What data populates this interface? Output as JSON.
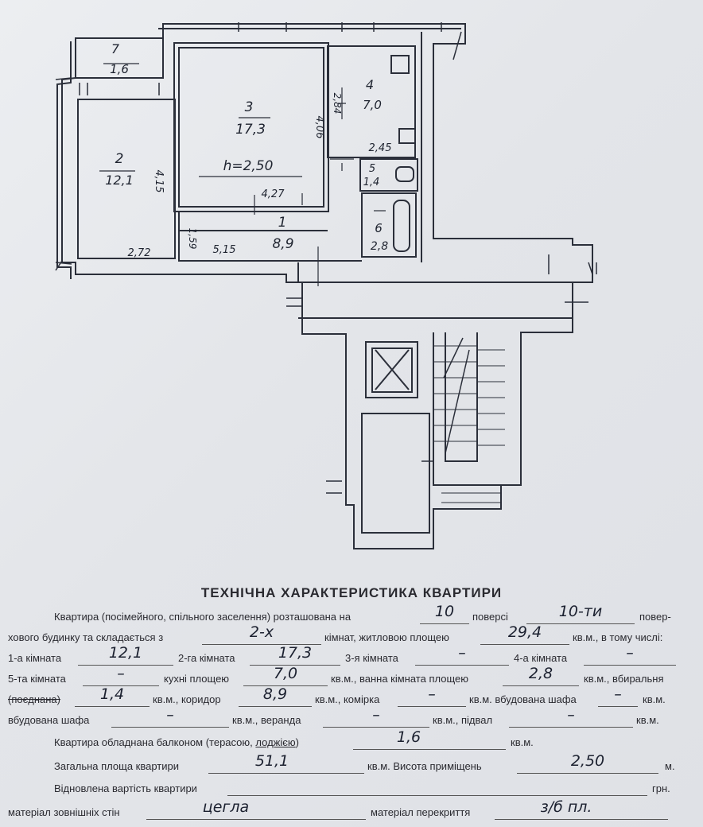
{
  "plan": {
    "rooms": [
      {
        "num": "7",
        "area": "1,6"
      },
      {
        "num": "3",
        "area": "17,3"
      },
      {
        "num": "4",
        "area": "7,0"
      },
      {
        "num": "2",
        "area": "12,1"
      },
      {
        "num": "5",
        "area": "1,4"
      },
      {
        "num": "1",
        "area": "8,9"
      },
      {
        "num": "6",
        "area": "2,8"
      }
    ],
    "dims": {
      "d406": "4,06",
      "d284": "2,84",
      "d245": "2,45",
      "d415": "4,15",
      "d427": "4,27",
      "d159": "1,59",
      "d515": "5,15",
      "d272": "2,72"
    },
    "height_note": "h=2,50"
  },
  "form": {
    "title": "ТЕХНІЧНА ХАРАКТЕРИСТИКА КВАРТИРИ",
    "l1_a": "Квартира (посімейного, спільного заселення) розташована на",
    "l1_floor": "10",
    "l1_b": "поверсі",
    "l1_floors": "10-ти",
    "l1_c": "повер-",
    "l2_a": "хового будинку та складається з",
    "l2_rooms": "2-х",
    "l2_b": "кімнат, житловою площею",
    "l2_living": "29,4",
    "l2_c": "кв.м., в тому числі:",
    "l3_r1": "1-а кімната",
    "l3_v1": "12,1",
    "l3_r2": "2-га кімната",
    "l3_v2": "17,3",
    "l3_r3": "3-я кімната",
    "l3_v3": "–",
    "l3_r4": "4-а кімната",
    "l3_v4": "–",
    "l4_r5": "5-та кімната",
    "l4_v5": "–",
    "l4_kitchen": "кухні площею",
    "l4_vk": "7,0",
    "l4_bath": "кв.м., ванна кімната площею",
    "l4_vb": "2,8",
    "l4_wc": "кв.м., вбиральня",
    "l5_comb": "(поєднана)",
    "l5_vwc": "1,4",
    "l5_corr": "кв.м., коридор",
    "l5_vcorr": "8,9",
    "l5_store": "кв.м., комірка",
    "l5_vstore": "–",
    "l5_wardrobe": "кв.м. вбудована шафа",
    "l5_vward": "–",
    "l5_unit": "кв.м.",
    "l6_ward": "вбудована шафа",
    "l6_vward": "–",
    "l6_veranda": "кв.м., веранда",
    "l6_vver": "–",
    "l6_basement": "кв.м., підвал",
    "l6_vbase": "–",
    "l6_unit": "кв.м.",
    "l7_a": "Квартира обладнана балконом (терасою,",
    "l7_loggia": "лоджією",
    "l7_b": ")",
    "l7_val": "1,6",
    "l7_unit": "кв.м.",
    "l8_a": "Загальна площа квартири",
    "l8_total": "51,1",
    "l8_b": "кв.м. Висота приміщень",
    "l8_height": "2,50",
    "l8_unit": "м.",
    "l9_a": "Відновлена вартість квартири",
    "l9_unit": "грн.",
    "l10_a": "матеріал зовнішніх стін",
    "l10_walls": "цегла",
    "l10_b": "матеріал перекриття",
    "l10_floor": "з/б пл."
  }
}
